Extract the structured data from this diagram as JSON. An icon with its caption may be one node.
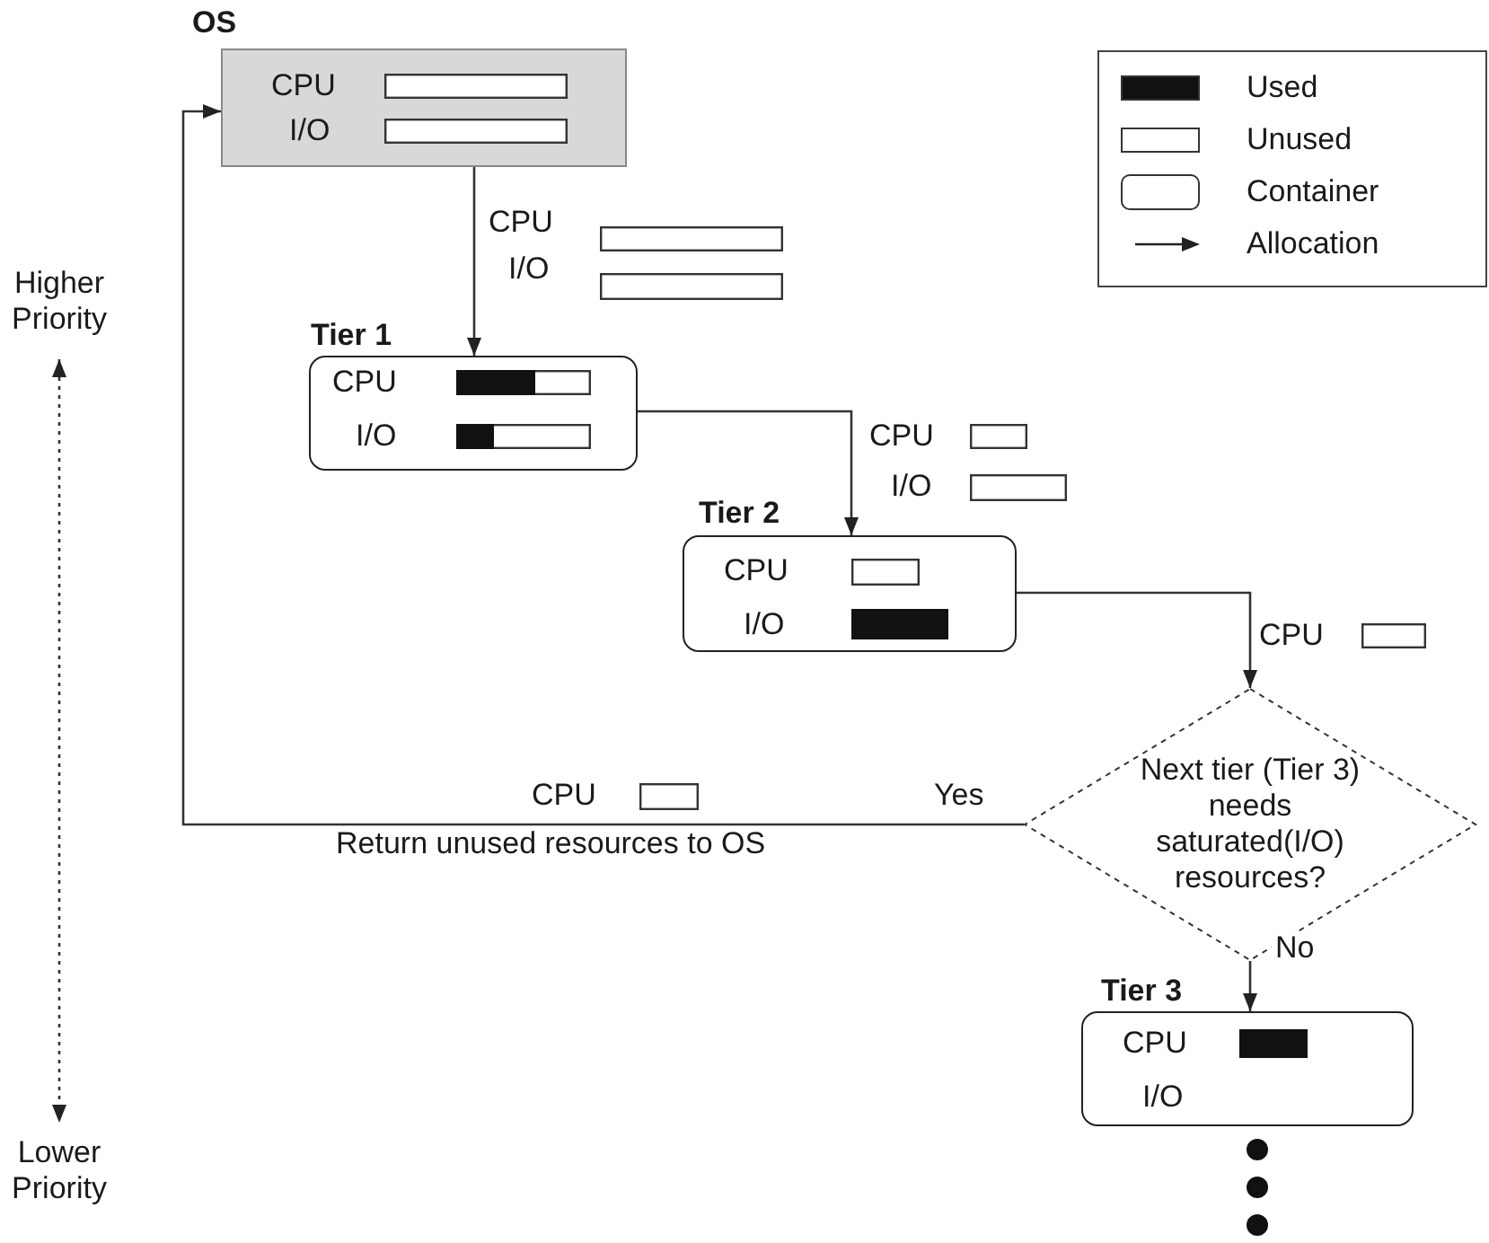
{
  "diagram": {
    "nodes": [
      {
        "text": [
          "OS",
          "CPU",
          "I/O"
        ]
      },
      {
        "text": [
          "Tier 1",
          "CPU",
          "I/O"
        ]
      },
      {
        "text": [
          "Tier 2",
          "CPU",
          "I/O"
        ]
      },
      {
        "text": [
          "Next tier (Tier 3) needs saturated(I/O) resources?"
        ]
      },
      {
        "text": [
          "Tier 3",
          "CPU",
          "I/O"
        ]
      }
    ],
    "edges": [
      {
        "from": 0,
        "to": 1,
        "arrow": "to"
      },
      {
        "from": 1,
        "to": 2,
        "arrow": "to"
      },
      {
        "from": 2,
        "to": 3,
        "arrow": "to"
      },
      {
        "from": 3,
        "to": 0,
        "arrow": "to",
        "label": "Yes"
      },
      {
        "from": 3,
        "to": 4,
        "arrow": "to",
        "label": "No"
      }
    ],
    "labels": [
      "CPU",
      "I/O",
      "Higher Priority",
      "CPU",
      "I/O",
      "CPU",
      "CPU",
      "Return unused resources to OS",
      "Lower Priority"
    ],
    "legend": [
      {
        "text": "Used",
        "color": "#111111"
      },
      {
        "text": "Unused",
        "color": "#ffffff"
      },
      {
        "text": "Container"
      },
      {
        "text": "Allocation"
      }
    ]
  }
}
